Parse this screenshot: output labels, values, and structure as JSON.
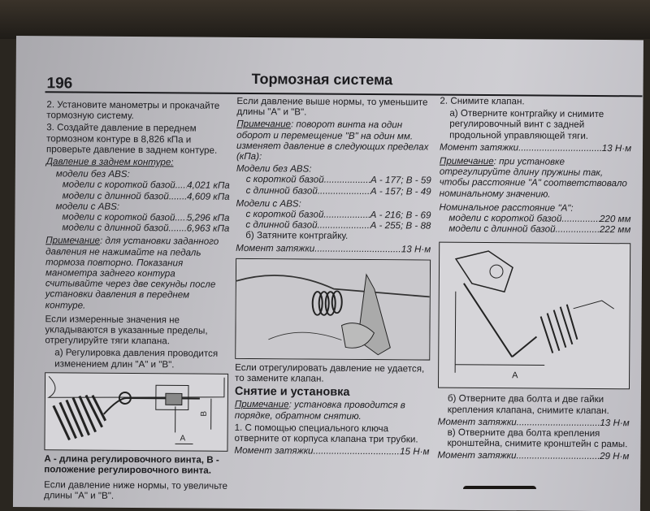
{
  "header": {
    "page_number": "196",
    "title": "Тормозная система"
  },
  "col1": {
    "p1": "2. Установите манометры и прокачайте тормозную систему.",
    "p2": "3. Создайте давление в переднем тормозном контуре в 8,826 кПа и проверьте давление в заднем контуре.",
    "pressure_heading": "Давление в заднем контуре:",
    "no_abs": "модели без ABS:",
    "no_abs_short": {
      "label": "модели с короткой базой",
      "value": "4,021 кПа"
    },
    "no_abs_long": {
      "label": "модели с длинной базой",
      "value": "4,609 кПа"
    },
    "abs": "модели с ABS:",
    "abs_short": {
      "label": "модели с короткой базой",
      "value": "5,296 кПа"
    },
    "abs_long": {
      "label": "модели с длинной базой",
      "value": "6,963 кПа"
    },
    "note_label": "Примечание",
    "note_text": ": для установки заданного давления не нажимайте на педаль тормоза повторно. Показания манометра заднего контура считывайте через две секунды после установки давления в переднем контуре.",
    "p3": "Если измеренные значения не укладываются в указанные пределы, отрегулируйте тяги клапана.",
    "p4": "а) Регулировка давления проводится изменением длин \"А\" и \"В\".",
    "fig_label_a": "A",
    "fig_label_b": "B",
    "caption": "А - длина регулировочного винта, В - положение регулировочного винта.",
    "p5": "Если давление ниже нормы, то увеличьте длины \"А\" и \"В\"."
  },
  "col2": {
    "p1": "Если давление выше нормы, то уменьшите длины \"А\" и \"В\".",
    "note_label": "Примечание",
    "note_text": ": поворот винта на один оборот и перемещение \"В\" на один мм. изменяет давление в следующих пределах (кПа):",
    "no_abs": "Модели без ABS:",
    "no_abs_short": {
      "label": "с короткой базой",
      "value": "А - 177; В - 59"
    },
    "no_abs_long": {
      "label": "с длинной базой",
      "value": "А - 157; В - 49"
    },
    "abs": "Модели с ABS:",
    "abs_short": {
      "label": "с короткой базой",
      "value": "А - 216; В - 69"
    },
    "abs_long": {
      "label": "с длинной базой",
      "value": "А - 255; В - 88"
    },
    "p2": "б) Затяните контргайку.",
    "torque1": {
      "label": "Момент затяжки",
      "value": "13 Н·м"
    },
    "p3": "Если отрегулировать давление не удается, то замените клапан.",
    "section": "Снятие и установка",
    "note2_label": "Примечание",
    "note2_text": ": установка проводится в порядке, обратном снятию.",
    "p4": "1. С помощью специального ключа отверните от корпуса клапана три трубки.",
    "torque2": {
      "label": "Момент затяжки",
      "value": "15 Н·м"
    }
  },
  "col3": {
    "p1": "2. Снимите клапан.",
    "p2": "а) Отверните контргайку и снимите регулировочный винт с задней продольной управляющей тяги.",
    "torque1": {
      "label": "Момент затяжки",
      "value": "13 Н·м"
    },
    "note_label": "Примечание",
    "note_text": ": при установке отрегулируйте длину пружины так, чтобы расстояние \"А\" соответствовало номинальному значению.",
    "nominal": "Номинальное расстояние \"А\":",
    "short": {
      "label": "модели с короткой базой",
      "value": "220 мм"
    },
    "long": {
      "label": "модели с длинной базой",
      "value": "222 мм"
    },
    "fig_label_a": "A",
    "p3": "б) Отверните два болта и две гайки крепления клапана, снимите клапан.",
    "torque2": {
      "label": "Момент затяжки",
      "value": "13 Н·м"
    },
    "p4": "в) Отверните два болта крепления кронштейна, снимите кронштейн с рамы.",
    "torque3": {
      "label": "Момент затяжки",
      "value": "29 Н·м"
    }
  }
}
